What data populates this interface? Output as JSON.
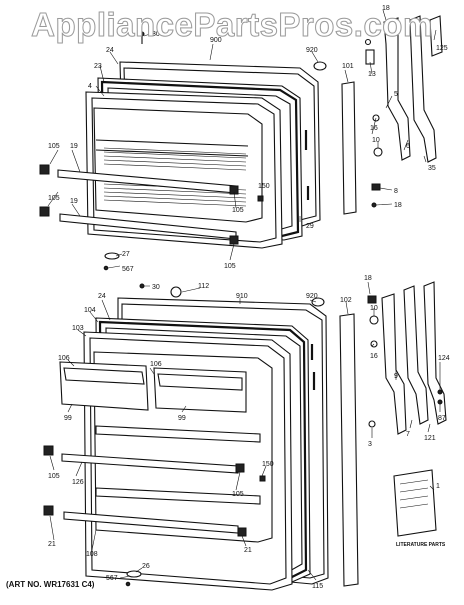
{
  "watermark": "AppliancePartsPros.com",
  "art_note": "(ART NO. WR17631 C4)",
  "booklet_text": "LITERATURE PARTS",
  "callouts_top": {
    "c30": "30",
    "c900": "900",
    "c920": "920",
    "c18": "18",
    "c125": "125",
    "c24": "24",
    "c101": "101",
    "c13": "13",
    "c23": "23",
    "c5": "5",
    "c4": "4",
    "c10": "10",
    "c16": "16",
    "c105a": "105",
    "c19a": "19",
    "c6": "6",
    "c35": "35",
    "c150": "150",
    "c8": "8",
    "c18b": "18",
    "c105b": "105",
    "c19b": "19",
    "c105c": "105",
    "c29": "29",
    "c27": "27",
    "c105d": "105",
    "c567": "567"
  },
  "callouts_bottom": {
    "c30": "30",
    "c112": "112",
    "c910": "910",
    "c920": "920",
    "c18": "18",
    "c24": "24",
    "c104": "104",
    "c103": "103",
    "c102": "102",
    "c10": "10",
    "c106a": "106",
    "c106b": "106",
    "c16": "16",
    "c124": "124",
    "c99a": "99",
    "c99b": "99",
    "c9": "9",
    "c87": "87",
    "c7": "7",
    "c121": "121",
    "c3": "3",
    "c150": "150",
    "c105a": "105",
    "c126": "126",
    "c105b": "105",
    "c1": "1",
    "c21a": "21",
    "c108": "108",
    "c21b": "21",
    "c115": "115",
    "c567": "567",
    "c26": "26"
  }
}
